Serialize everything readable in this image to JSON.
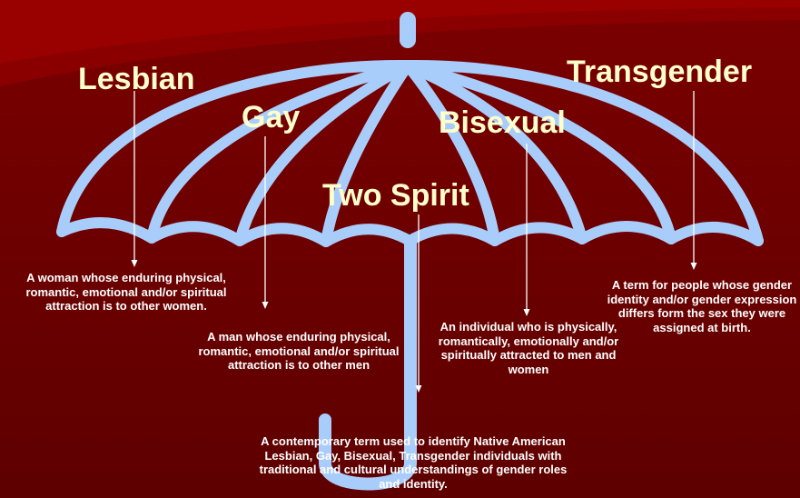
{
  "colors": {
    "background": "#6e0000",
    "umbrella": "#a9cdfb",
    "term_text": "#ffffcc",
    "definition_text": "#ffffff"
  },
  "terms": {
    "lesbian": {
      "label": "Lesbian",
      "definition": "A woman whose enduring physical, romantic, emotional and/or spiritual attraction is to other women."
    },
    "gay": {
      "label": "Gay",
      "definition": "A man whose enduring physical, romantic, emotional and/or spiritual attraction is to other men"
    },
    "bisexual": {
      "label": "Bisexual",
      "definition": "An individual who is physically, romantically, emotionally and/or spiritually attracted to men and women"
    },
    "transgender": {
      "label": "Transgender",
      "definition": "A term for people whose gender identity and/or gender expression differs form the sex they were assigned at birth."
    },
    "two_spirit": {
      "label": "Two Spirit",
      "definition": "A contemporary term used to identify Native American Lesbian, Gay, Bisexual, Transgender individuals with traditional and cultural understandings of gender roles and identity."
    }
  }
}
